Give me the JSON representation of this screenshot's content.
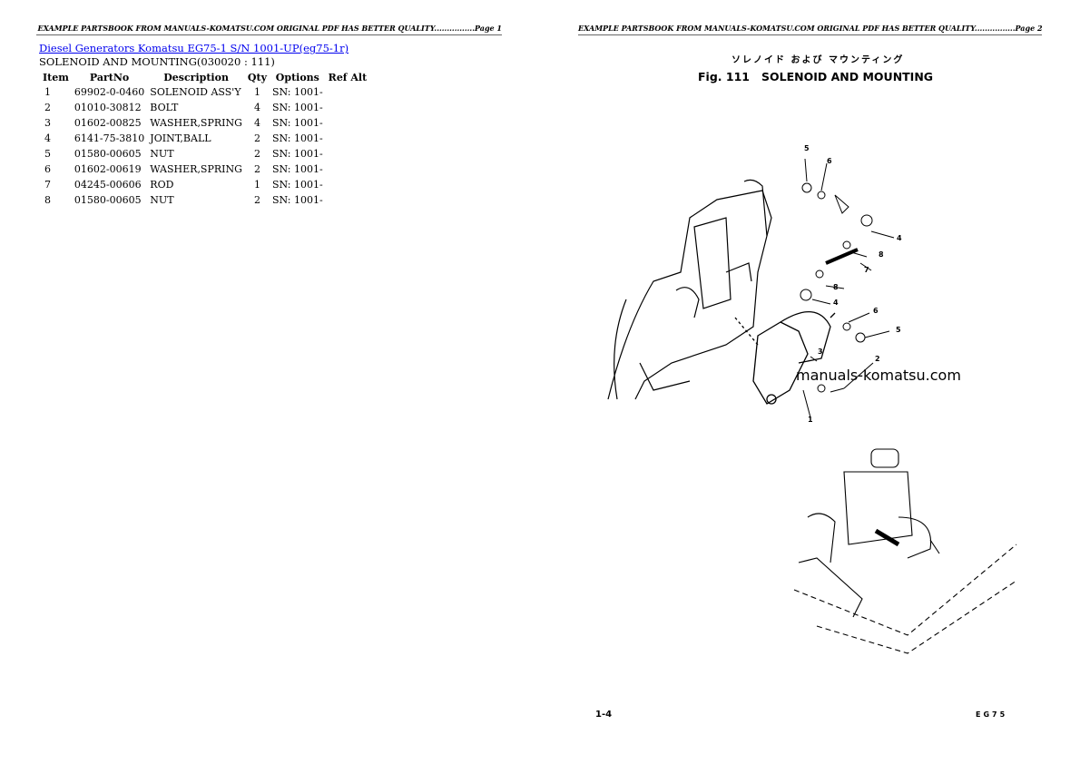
{
  "header": {
    "page1": "EXAMPLE PARTSBOOK FROM MANUALS-KOMATSU.COM ORIGINAL PDF HAS BETTER QUALITY................Page 1",
    "page2": "EXAMPLE PARTSBOOK FROM MANUALS-KOMATSU.COM ORIGINAL PDF HAS BETTER QUALITY................Page 2"
  },
  "breadcrumb": {
    "category": "Diesel Generators Komatsu",
    "model": "EG75-1 S/N 1001-UP(eg75-1r)"
  },
  "section_title": "SOLENOID AND MOUNTING(030020 : 111)",
  "table": {
    "columns": [
      "Item",
      "PartNo",
      "Description",
      "Qty",
      "Options",
      "Ref Alt"
    ],
    "rows": [
      [
        "1",
        "69902-0-0460",
        "SOLENOID ASS'Y",
        "1",
        "SN: 1001-",
        ""
      ],
      [
        "2",
        "01010-30812",
        "BOLT",
        "4",
        "SN: 1001-",
        ""
      ],
      [
        "3",
        "01602-00825",
        "WASHER,SPRING",
        "4",
        "SN: 1001-",
        ""
      ],
      [
        "4",
        "6141-75-3810",
        "JOINT,BALL",
        "2",
        "SN: 1001-",
        ""
      ],
      [
        "5",
        "01580-00605",
        "NUT",
        "2",
        "SN: 1001-",
        ""
      ],
      [
        "6",
        "01602-00619",
        "WASHER,SPRING",
        "2",
        "SN: 1001-",
        ""
      ],
      [
        "7",
        "04245-00606",
        "ROD",
        "1",
        "SN: 1001-",
        ""
      ],
      [
        "8",
        "01580-00605",
        "NUT",
        "2",
        "SN: 1001-",
        ""
      ]
    ]
  },
  "figure": {
    "title_jp": "ソレノイド および マウンティング",
    "title": "Fig. 111   SOLENOID AND MOUNTING",
    "watermark": "manuals-komatsu.com",
    "callouts": [
      "5",
      "6",
      "4",
      "8",
      "7",
      "8",
      "4",
      "6",
      "5",
      "3",
      "2",
      "1"
    ],
    "page_number": "1-4",
    "model_code": "EG75"
  }
}
